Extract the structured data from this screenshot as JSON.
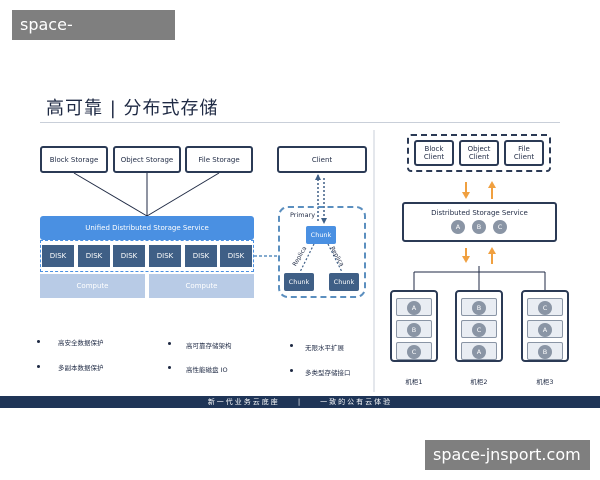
{
  "watermark": {
    "top": "space-jnsport.com",
    "bottom": "space-jnsport.com"
  },
  "title": "高可靠 | 分布式存储",
  "left": {
    "top_boxes": [
      "Block Storage",
      "Object Storage",
      "File Storage"
    ],
    "service": "Unified Distributed Storage Service",
    "disks": [
      "DISK",
      "DISK",
      "DISK",
      "DISK",
      "DISK",
      "DISK"
    ],
    "compute": [
      "Compute",
      "Compute"
    ]
  },
  "middle": {
    "client": "Client",
    "primary_label": "Primary",
    "primary_chunk": "Chunk",
    "replica_labels": [
      "Replica",
      "Replica"
    ],
    "chunks": [
      "Chunk",
      "Chunk"
    ]
  },
  "bullets": [
    "高安全数据保护",
    "多副本数据保护",
    "高可靠存储架构",
    "高性能磁盘 IO",
    "无限水平扩展",
    "多类型存储接口"
  ],
  "right": {
    "clients": [
      "Block\nClient",
      "Object\nClient",
      "File\nClient"
    ],
    "service": "Distributed Storage Service",
    "service_nodes": [
      "A",
      "B",
      "C"
    ],
    "racks": [
      {
        "label": "机柜1",
        "slots": [
          "A",
          "B",
          "C"
        ]
      },
      {
        "label": "机柜2",
        "slots": [
          "B",
          "C",
          "A"
        ]
      },
      {
        "label": "机柜3",
        "slots": [
          "C",
          "A",
          "B"
        ]
      }
    ]
  },
  "footer": {
    "left": "新一代业务云底座",
    "divider": "|",
    "right": "一致的公有云体验"
  },
  "colors": {
    "navy": "#1f3557",
    "accent_blue": "#4a90e2",
    "disk_blue": "#3f5f86",
    "compute_blue": "#b8cbe6",
    "arrow_orange": "#f0a040"
  }
}
